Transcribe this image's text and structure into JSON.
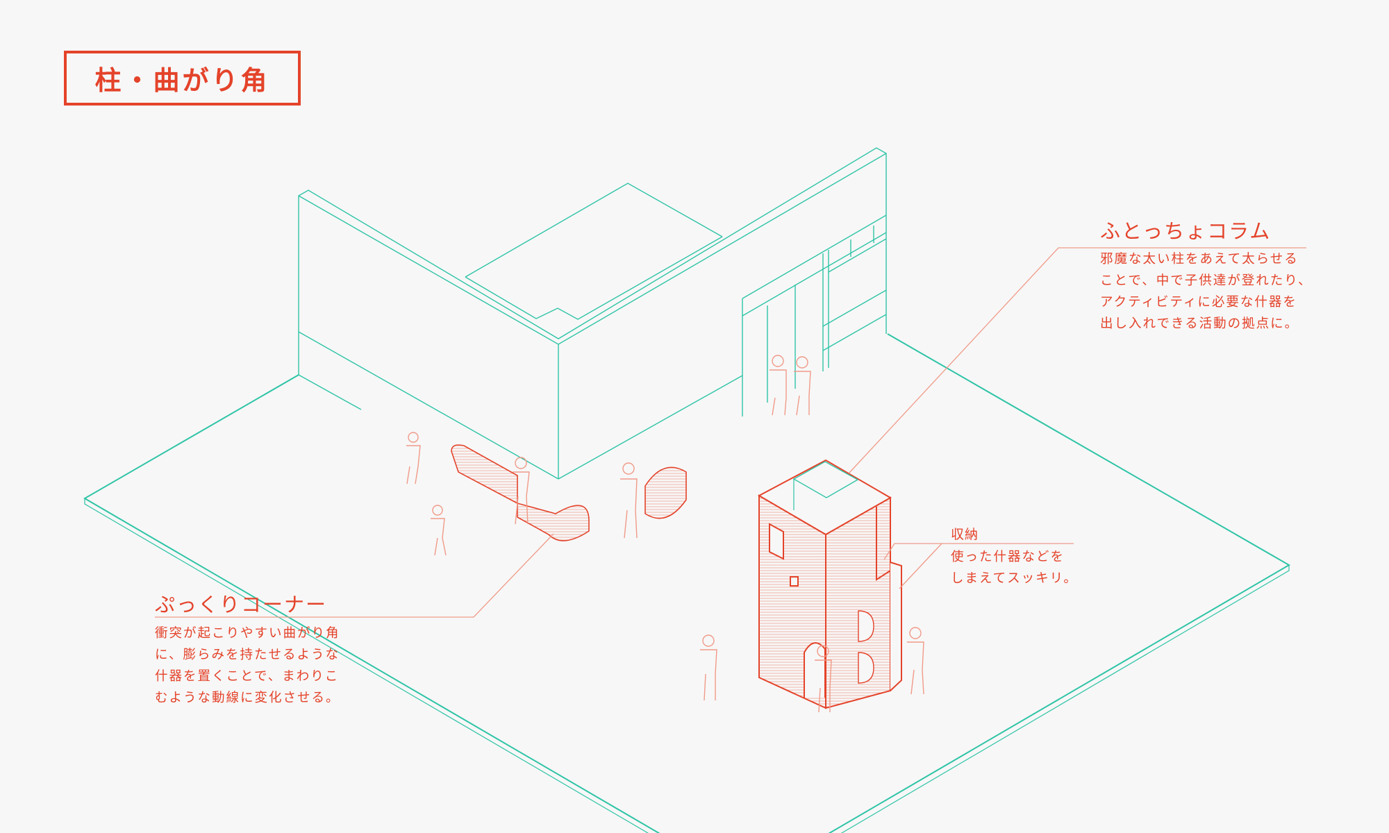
{
  "title": "柱・曲がり角",
  "colors": {
    "accent": "#e4432a",
    "structure": "#2ec4a6",
    "background": "#f7f7f7"
  },
  "annotations": {
    "column": {
      "heading": "ふとっちょコラム",
      "lines": [
        "邪魔な太い柱をあえて太らせる",
        "ことで、中で子供達が登れたり、",
        "アクティビティに必要な什器を",
        "出し入れできる活動の拠点に。"
      ]
    },
    "corner": {
      "heading": "ぷっくりコーナー",
      "lines": [
        "衝突が起こりやすい曲がり角",
        "に、膨らみを持たせるような",
        "什器を置くことで、まわりこ",
        "むような動線に変化させる。"
      ]
    },
    "storage": {
      "heading": "収納",
      "lines": [
        "使った什器などを",
        "しまえてスッキリ。"
      ]
    }
  }
}
